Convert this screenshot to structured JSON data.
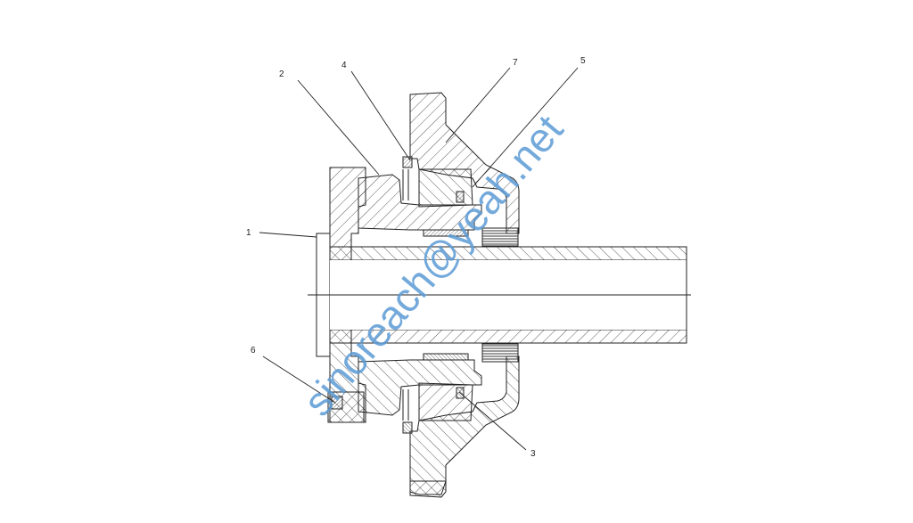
{
  "drawing": {
    "labels": [
      {
        "id": "1",
        "text": "1"
      },
      {
        "id": "2",
        "text": "2"
      },
      {
        "id": "3",
        "text": "3"
      },
      {
        "id": "4",
        "text": "4"
      },
      {
        "id": "5",
        "text": "5"
      },
      {
        "id": "6",
        "text": "6"
      },
      {
        "id": "7",
        "text": "7"
      }
    ],
    "watermark": "sinoreach@yeah.net",
    "colors": {
      "line": "#222222",
      "watermark": "#5b9bd5"
    }
  }
}
